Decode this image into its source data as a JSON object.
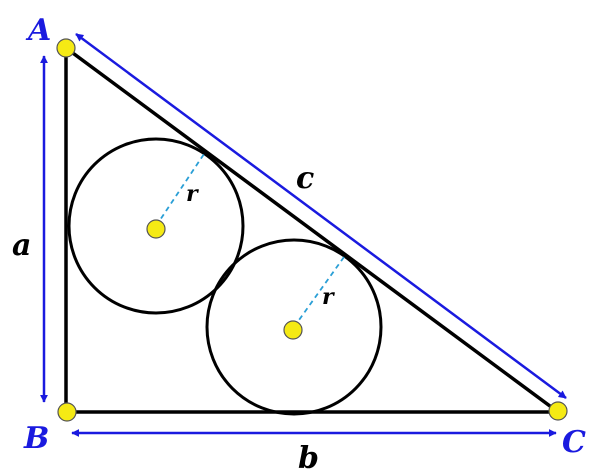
{
  "diagram": {
    "vertices": {
      "A": "A",
      "B": "B",
      "C": "C"
    },
    "sides": {
      "a": "a",
      "b": "b",
      "c": "c"
    },
    "radius_label": "r",
    "circle_radius_labels": [
      "r",
      "r"
    ]
  },
  "colors": {
    "triangle": "#000000",
    "dimension_arrows": "#1a1adf",
    "vertex_labels": "#1a1adf",
    "radius_line": "#2a9fd6",
    "point_fill": "#f5ea14",
    "point_stroke": "#555555"
  }
}
